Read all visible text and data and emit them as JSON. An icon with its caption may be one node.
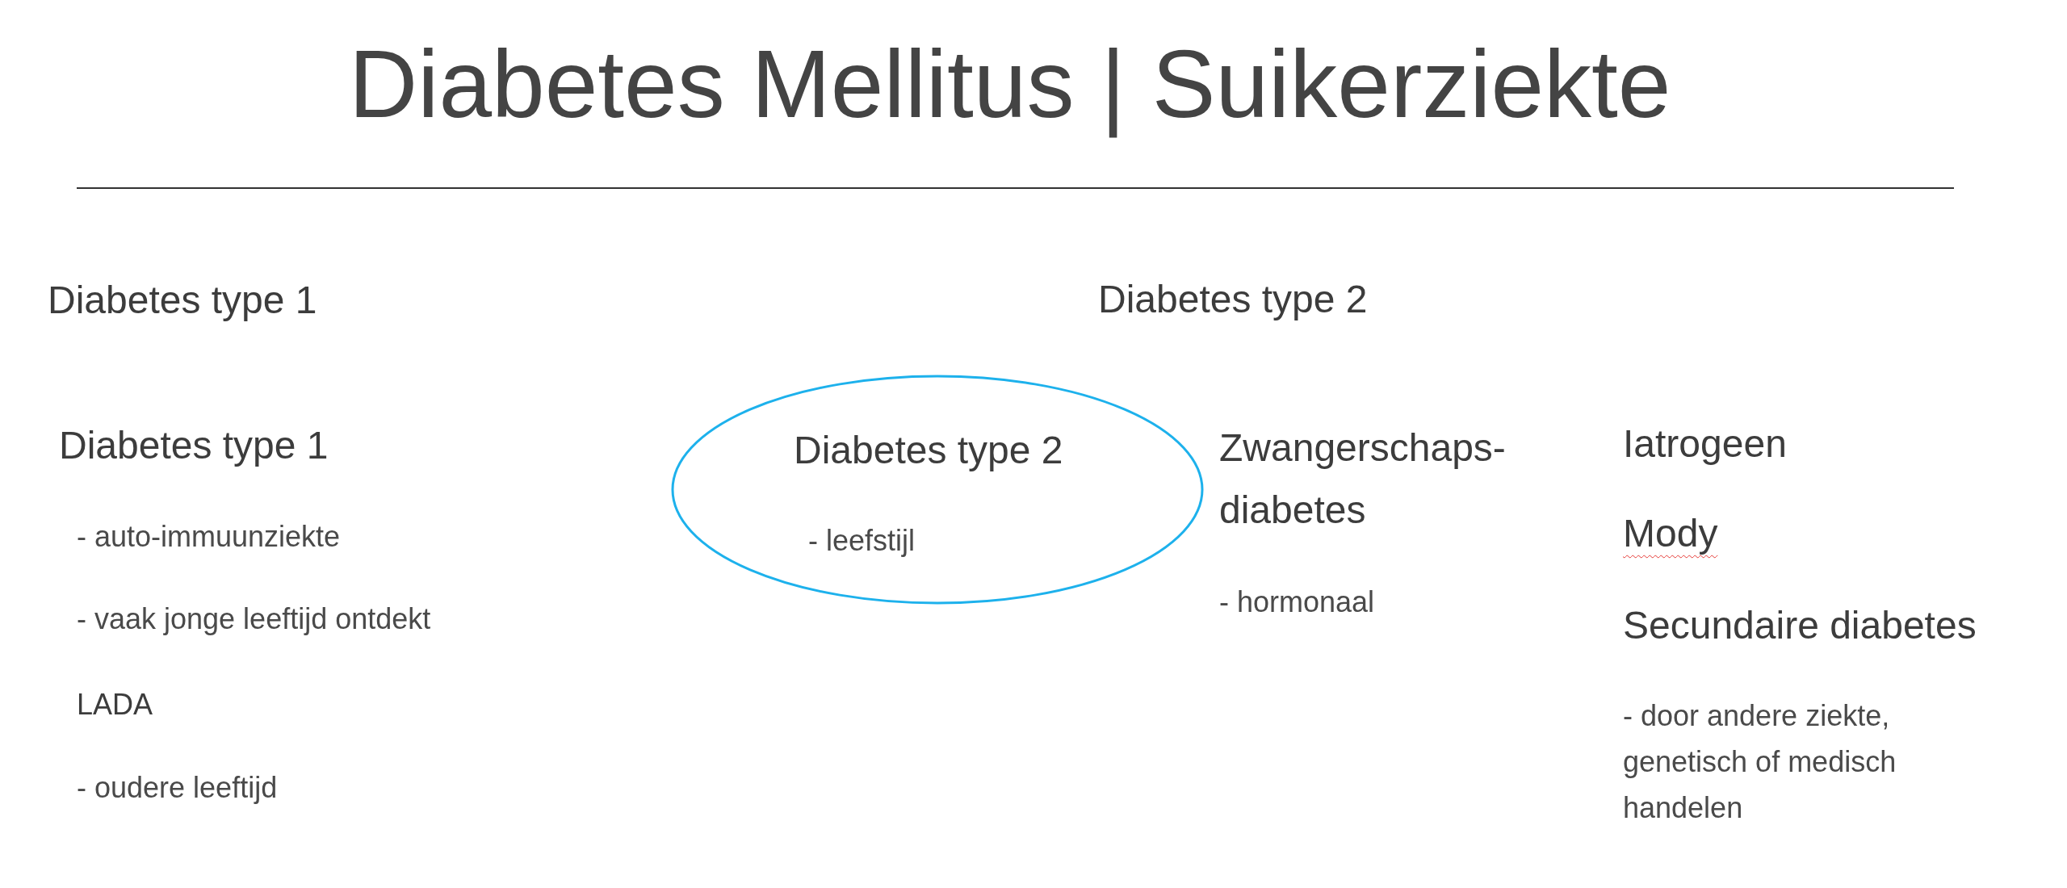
{
  "diagram": {
    "title": "Diabetes Mellitus | Suikerziekte",
    "nodes": [
      {
        "text": [
          "Diabetes type 2",
          "- leefstijl"
        ]
      }
    ],
    "edges": [],
    "labels": [
      "Diabetes type 1",
      "Diabetes type 2",
      "Diabetes type 1",
      "- auto-immuunziekte",
      "- vaak jonge leeftijd ontdekt",
      "LADA",
      "- oudere leeftijd",
      "Zwangerschaps-diabetes",
      "- hormonaal",
      "Iatrogeen",
      "Mody",
      "Secundaire diabetes",
      "- door andere ziekte, genetisch of medisch handelen"
    ]
  }
}
